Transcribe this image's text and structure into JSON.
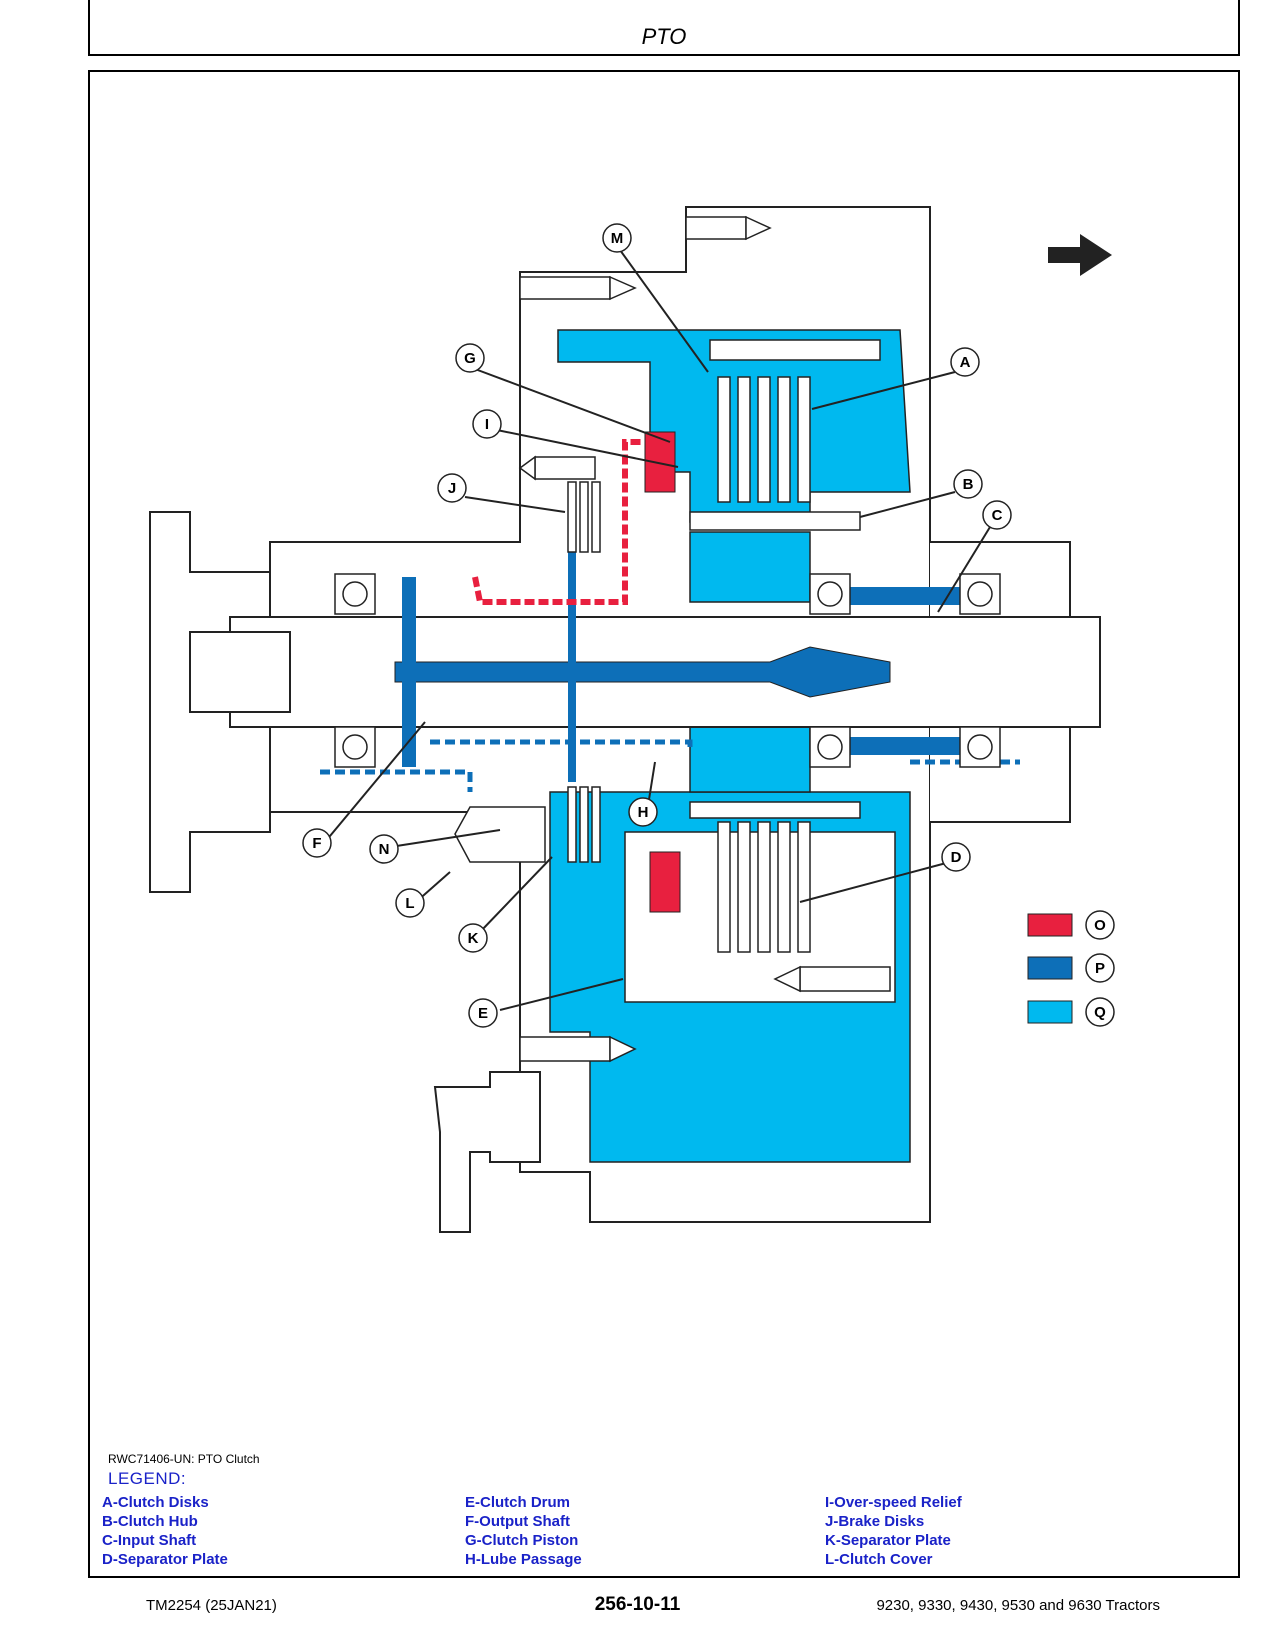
{
  "header": {
    "title": "PTO"
  },
  "figure": {
    "caption": "RWC71406-UN: PTO Clutch",
    "callouts": [
      "A",
      "B",
      "C",
      "D",
      "E",
      "F",
      "G",
      "H",
      "I",
      "J",
      "K",
      "L",
      "M",
      "N",
      "O",
      "P",
      "Q"
    ],
    "colors": {
      "pressure_red": "#e8203f",
      "dark_blue": "#0d6fb8",
      "light_blue": "#00b9ef",
      "outline": "#222222"
    },
    "legend": {
      "heading": "LEGEND:",
      "col1": [
        "A-Clutch Disks",
        "B-Clutch Hub",
        "C-Input Shaft",
        "D-Separator Plate"
      ],
      "col2": [
        "E-Clutch Drum",
        "F-Output Shaft",
        "G-Clutch Piston",
        "H-Lube Passage"
      ],
      "col3": [
        "I-Over-speed Relief",
        "J-Brake Disks",
        "K-Separator Plate",
        "L-Clutch Cover"
      ]
    }
  },
  "footer": {
    "left": "TM2254 (25JAN21)",
    "center": "256-10-11",
    "right": "9230, 9330, 9430, 9530 and 9630 Tractors"
  }
}
